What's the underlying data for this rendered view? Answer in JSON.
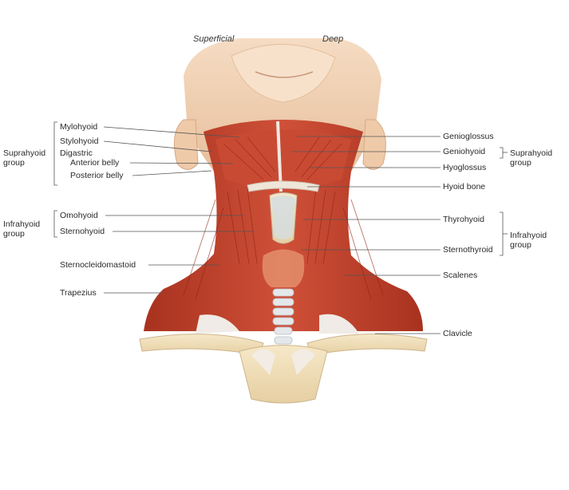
{
  "headings": {
    "superficial": "Superficial",
    "deep": "Deep"
  },
  "groups": {
    "suprahyoid_left": [
      "Suprahyoid",
      "group"
    ],
    "infrahyoid_left": [
      "Infrahyoid",
      "group"
    ],
    "suprahyoid_right": [
      "Suprahyoid",
      "group"
    ],
    "infrahyoid_right": [
      "Infrahyoid",
      "group"
    ]
  },
  "left_labels": {
    "mylohyoid": "Mylohyoid",
    "stylohyoid": "Stylohyoid",
    "digastric": "Digastric",
    "anterior_belly": "Anterior belly",
    "posterior_belly": "Posterior belly",
    "omohyoid": "Omohyoid",
    "sternohyoid": "Sternohyoid",
    "sternocleidomastoid": "Sternocleidomastoid",
    "trapezius": "Trapezius"
  },
  "right_labels": {
    "genioglossus": "Genioglossus",
    "geniohyoid": "Geniohyoid",
    "hyoglossus": "Hyoglossus",
    "hyoid_bone": "Hyoid bone",
    "thyrohyoid": "Thyrohyoid",
    "sternothyroid": "Sternothyroid",
    "scalenes": "Scalenes",
    "clavicle": "Clavicle"
  },
  "colors": {
    "skin": "#f2d2b4",
    "muscle": "#c4432f",
    "muscle_dark": "#9e2b1d",
    "tendon": "#e9e4df",
    "cartilage": "#c9d4dc",
    "bone": "#f0dfba",
    "leader": "#555555"
  }
}
